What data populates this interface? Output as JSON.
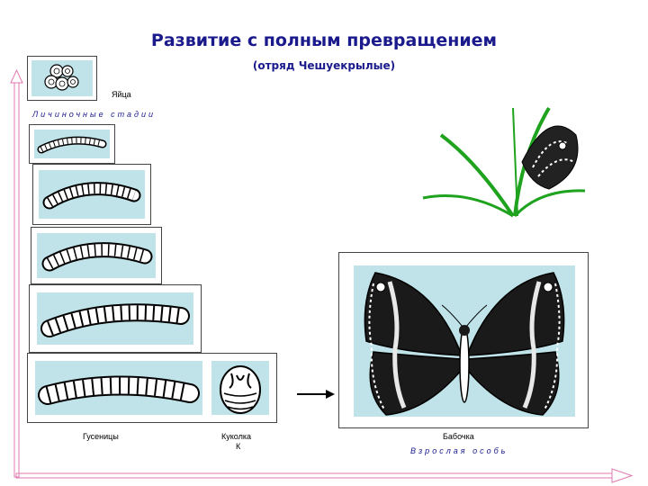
{
  "header": {
    "title": "Развитие с полным превращением",
    "subtitle": "(отряд Чешуекрылые)"
  },
  "labels": {
    "eggs": "Яйца",
    "larval_stages": "Личиночные  стадии",
    "caterpillars": "Гусеницы",
    "pupa": "Куколка",
    "pupa_letter": "К",
    "butterfly": "Бабочка",
    "adult": "Взрослая особь"
  },
  "colors": {
    "title": "#1a1a8c",
    "panel_fill": "#bfe3e8",
    "axis": "#e07ab0",
    "leaf": "#1fa31f"
  }
}
